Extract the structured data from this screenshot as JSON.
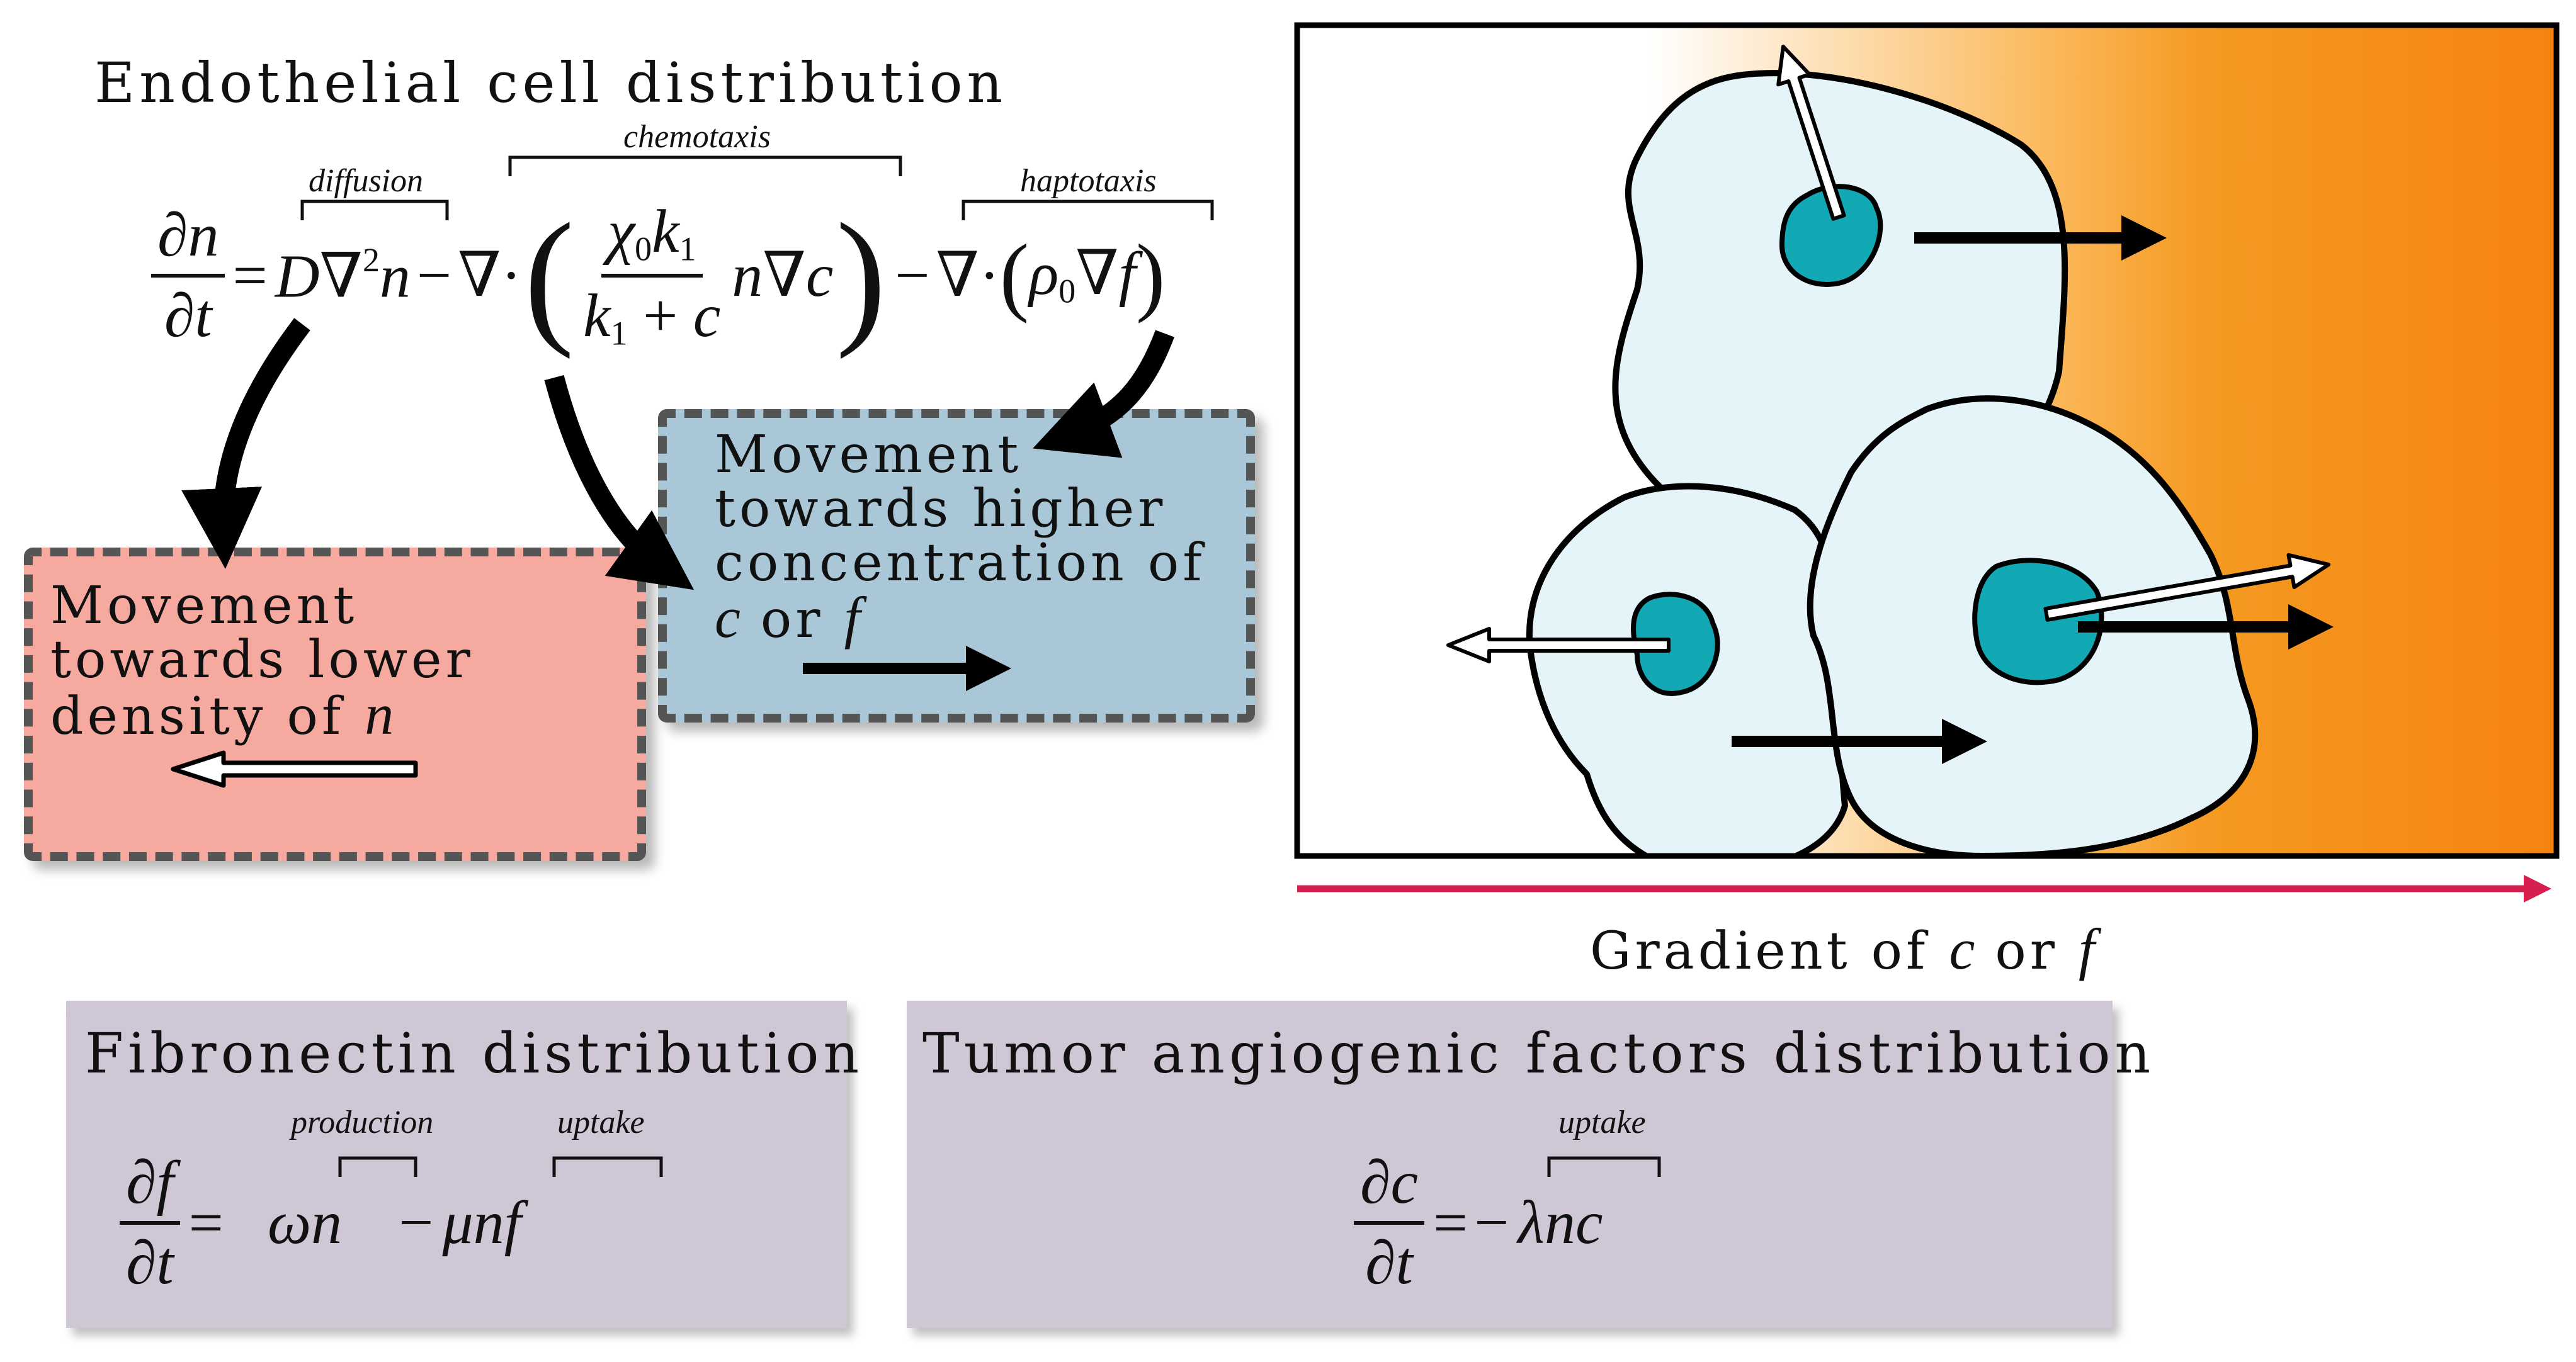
{
  "endothelial": {
    "title": "Endothelial cell distribution",
    "labels": {
      "diffusion": "diffusion",
      "chemotaxis": "chemotaxis",
      "haptotaxis": "haptotaxis"
    }
  },
  "boxes": {
    "lower_density": [
      "Movement",
      "towards lower",
      "density of"
    ],
    "lower_density_var": "n",
    "higher_conc": [
      "Movement",
      "towards higher",
      "concentration of"
    ],
    "higher_conc_var_c": "c",
    "higher_conc_or": "or",
    "higher_conc_var_f": "f"
  },
  "panel": {
    "gradient_text": "Gradient of",
    "gradient_var_c": "c",
    "gradient_or": "or",
    "gradient_var_f": "f",
    "colors": {
      "gradient_end": "#f5830f",
      "cell_fill": "#e4f4f8",
      "nucleus": "#12a9b5",
      "axis_arrow": "#d61f4f"
    }
  },
  "fibronectin": {
    "title": "Fibronectin distribution",
    "labels": {
      "production": "production",
      "uptake": "uptake"
    }
  },
  "tumor": {
    "title": "Tumor angiogenic factors distribution",
    "labels": {
      "uptake": "uptake"
    }
  }
}
